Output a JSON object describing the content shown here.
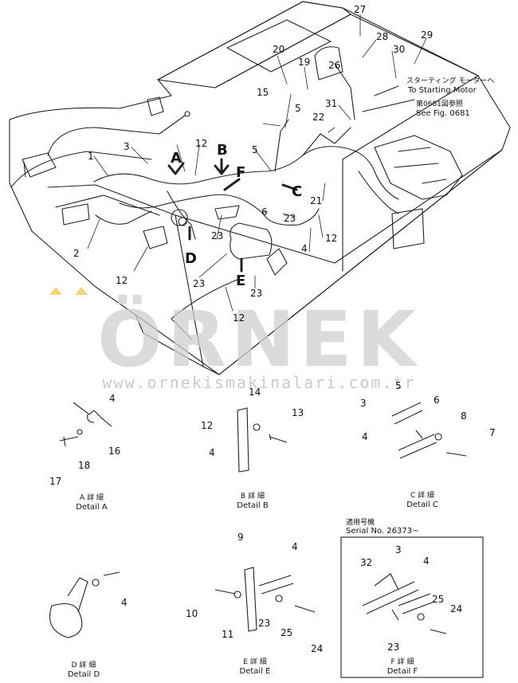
{
  "watermark": {
    "brand": "ÖRNEK",
    "url": "www.ornekismakinalari.com.tr",
    "accent_color": "#f5d37a"
  },
  "callouts": {
    "n1": "1",
    "n2": "2",
    "n3": "3",
    "n5": "5",
    "n5b": "5",
    "n6": "6",
    "n12a": "12",
    "n12b": "12",
    "n12c": "12",
    "n12d": "12",
    "n15": "15",
    "n19": "19",
    "n20": "20",
    "n21": "21",
    "n22": "22",
    "n23a": "23",
    "n23b": "23",
    "n23c": "23",
    "n23d": "23",
    "n26": "26",
    "n27": "27",
    "n28": "28",
    "n29": "29",
    "n30": "30",
    "n31": "31",
    "n4top": "4"
  },
  "view_arrows": {
    "A": "A",
    "B": "B",
    "C": "C",
    "D": "D",
    "E": "E",
    "F": "F"
  },
  "notes": {
    "starting_motor_jp": "スターティング モーターへ",
    "starting_motor_en": "To Starting Motor",
    "see_fig_jp": "第0681図参照",
    "see_fig_en": "See Fig. 0681"
  },
  "details": {
    "A": {
      "caption_jp": "A 詳 細",
      "caption_en": "Detail A",
      "labels": [
        "4",
        "16",
        "17",
        "18"
      ]
    },
    "B": {
      "caption_jp": "B 詳 細",
      "caption_en": "Detail B",
      "labels": [
        "14",
        "13",
        "12",
        "4"
      ]
    },
    "C": {
      "caption_jp": "C 詳 細",
      "caption_en": "Detail C",
      "labels": [
        "5",
        "3",
        "6",
        "8",
        "4",
        "7"
      ]
    },
    "D": {
      "caption_jp": "D 詳 細",
      "caption_en": "Detail D",
      "labels": [
        "4"
      ]
    },
    "E": {
      "caption_jp": "E 詳 細",
      "caption_en": "Detail E",
      "labels": [
        "9",
        "4",
        "10",
        "23",
        "11",
        "25",
        "24"
      ]
    },
    "F": {
      "caption_jp": "F 詳 細",
      "caption_en": "Detail F",
      "serial_jp": "適用号機",
      "serial_en": "Serial No. 26373~",
      "labels": [
        "3",
        "32",
        "4",
        "25",
        "24",
        "23"
      ]
    }
  }
}
